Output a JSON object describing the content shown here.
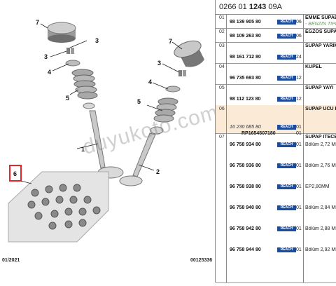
{
  "diagram": {
    "callouts": [
      "7",
      "3",
      "4",
      "5",
      "1",
      "7",
      "3",
      "4",
      "5",
      "2",
      "6"
    ],
    "footer_left": "01/2021",
    "footer_right": "00125336",
    "watermark": "duyukoto.com"
  },
  "panel": {
    "header_prefix": "0266 01 ",
    "header_bold": "1243",
    "header_suffix": " 09A",
    "rows": [
      {
        "idx": "01",
        "parts": [
          {
            "pn": "98 139 905 80",
            "reach": "REACH",
            "qty": "06"
          }
        ],
        "desc": "EMME SÜPAB",
        "sub": "- BENZİN TİPİ"
      },
      {
        "idx": "02",
        "parts": [
          {
            "pn": "98 109 263 80",
            "reach": "REACH",
            "qty": "06"
          }
        ],
        "desc": "EGZOS SUPAB"
      },
      {
        "idx": "03",
        "parts": [
          {
            "pn": "98 161 712 80",
            "reach": "REACH",
            "qty": "24"
          }
        ],
        "desc": "SUPAP YARIM"
      },
      {
        "idx": "04",
        "parts": [
          {
            "pn": "96 735 693 80",
            "reach": "REACH",
            "qty": "12"
          }
        ],
        "desc": "KUPEL"
      },
      {
        "idx": "05",
        "parts": [
          {
            "pn": "98 112 123 80",
            "reach": "REACH",
            "qty": "12"
          }
        ],
        "desc": "SUPAP YAYI"
      },
      {
        "idx": "06",
        "parts": [
          {
            "pn": "16 230 685 80",
            "reach": "REACH",
            "qty": "01",
            "rp": "RP1654507180",
            "qty2": "01"
          }
        ],
        "desc": "SUPAP UCU K"
      },
      {
        "idx": "07",
        "parts": [
          {
            "pn": "96 758 934 80",
            "reach": "REACH",
            "qty": "01",
            "det": "Bölüm 2,72 MI"
          },
          {
            "pn": "96 758 936 80",
            "reach": "REACH",
            "qty": "01",
            "det": "Bölüm 2,76 MI"
          },
          {
            "pn": "96 758 938 80",
            "reach": "REACH",
            "qty": "01",
            "det": "EP2,80MM"
          },
          {
            "pn": "96 758 940 80",
            "reach": "REACH",
            "qty": "01",
            "det": "Bölüm 2,84 MI"
          },
          {
            "pn": "96 758 942 80",
            "reach": "REACH",
            "qty": "01",
            "det": "Bölüm 2,88 MI"
          },
          {
            "pn": "96 758 944 80",
            "reach": "REACH",
            "qty": "01",
            "det": "Bölüm 2,92 MI"
          }
        ],
        "desc": "SUPAP İTECE"
      }
    ]
  }
}
